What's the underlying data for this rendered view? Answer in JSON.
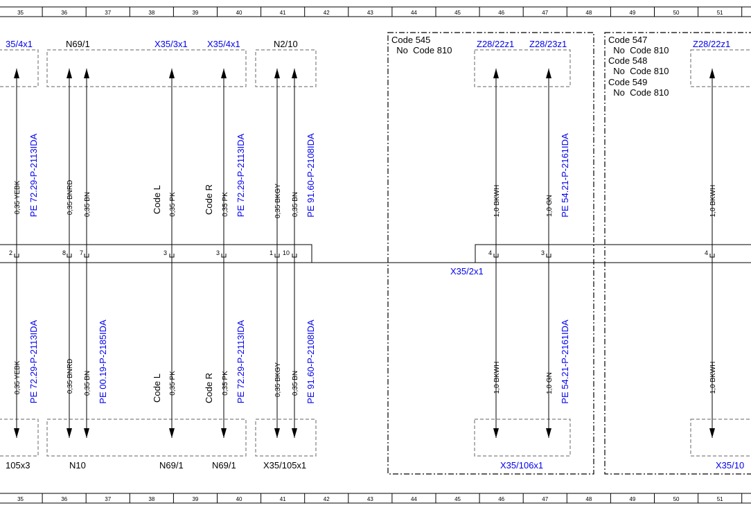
{
  "ruler": {
    "columns": [
      "35",
      "36",
      "37",
      "38",
      "39",
      "40",
      "41",
      "42",
      "43",
      "44",
      "45",
      "46",
      "47",
      "48",
      "49",
      "50",
      "51"
    ]
  },
  "top_labels": {
    "x35_4x1_left": "35/4x1",
    "n69_1": "N69/1",
    "x35_3x1": "X35/3x1",
    "x35_4x1": "X35/4x1",
    "n2_10": "N2/10",
    "z28_22z1_mid": "Z28/22z1",
    "z28_23z1": "Z28/23z1",
    "z28_22z1_right": "Z28/22z1"
  },
  "bottom_labels": {
    "x105x3": "105x3",
    "n10": "N10",
    "n69_1_a": "N69/1",
    "n69_1_b": "N69/1",
    "x35_105x1": "X35/105x1",
    "x35_106x1": "X35/106x1",
    "x35_10_cut": "X35/10"
  },
  "code_blocks": {
    "block_545": [
      "Code 545",
      "  No  Code 810"
    ],
    "block_547": [
      "Code 547",
      "  No  Code 810",
      "Code 548",
      "  No  Code 810",
      "Code 549",
      "  No  Code 810"
    ]
  },
  "connector_label": "X35/2x1",
  "wire_labels_top": {
    "w1_spec": "0,35 YEBK",
    "w1_pe": "PE 72.29-P-2113IDA",
    "w2_spec": "0,35 BNRD",
    "w3_spec": "0,35 BN",
    "w4_code": "Code L",
    "w4_spec": "0,35 PK",
    "w5_code": "Code R",
    "w5_spec": "0,35 PK",
    "w5_pe": "PE 72.29-P-2113IDA",
    "w6_spec": "0,35 BKGY",
    "w7_spec": "0,35 BN",
    "w7_pe": "PE 91.60-P-2108IDA",
    "w8_spec": "1,0 BKWH",
    "w9_spec": "1,0 GN",
    "w9_pe": "PE 54.21-P-2161IDA",
    "w10_spec": "1,0 BKWH"
  },
  "wire_labels_bottom": {
    "w1_spec": "0,35 YEBK",
    "w1_pe": "PE 72.29-P-2113IDA",
    "w2_spec": "0,35 BNRD",
    "w3_spec": "0,35 BN",
    "w3_pe": "PE 00.19-P-2185IDA",
    "w4_code": "Code L",
    "w4_spec": "0,35 PK",
    "w5_code": "Code R",
    "w5_spec": "0,35 PK",
    "w5_pe": "PE 72.29-P-2113IDA",
    "w6_spec": "0,35 BKGY",
    "w7_spec": "0,35 BN",
    "w7_pe": "PE 91.60-P-2108IDA",
    "w8_spec": "1,0 BKWH",
    "w9_spec": "1,0 GN",
    "w9_pe": "PE 54.21-P-2161IDA",
    "w10_spec": "1,0 BKWH"
  },
  "pins": {
    "p_w1": "2",
    "p_w2": "8",
    "p_w3": "7",
    "p_w4": "3",
    "p_w5": "3",
    "p_w6": "1",
    "p_w7": "10",
    "p_w8": "4",
    "p_w9": "3",
    "p_w10": "4"
  },
  "colors": {
    "blue": "#0000ee",
    "black": "#000000",
    "gray": "#808080"
  }
}
